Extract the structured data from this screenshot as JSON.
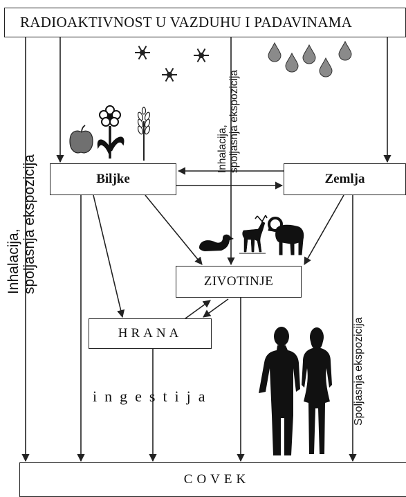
{
  "title": "RADIOAKTIVNOST U VAZDUHU I PADAVINAMA",
  "nodes": {
    "biljke": "Biljke",
    "zemlja": "Zemlja",
    "zivotinje": "ZIVOTINJE",
    "hrana": "HRANA",
    "covek": "COVEK"
  },
  "labels": {
    "left_line1": "Inhalacija,",
    "left_line2": "spoljasnja ekspozicija",
    "mid_line1": "Inhalacija,",
    "mid_line2": "spoljasnja ekspozicija",
    "right": "Spoljasnja ekspozicija",
    "ingestion": "ingestija"
  },
  "icons": [
    "snowflake-icon",
    "raindrop-icon",
    "apple-icon",
    "flower-icon",
    "wheat-icon",
    "duck-icon",
    "deer-icon",
    "ram-icon",
    "man-silhouette-icon",
    "woman-silhouette-icon"
  ],
  "colors": {
    "line": "#222222",
    "silhouette": "#111111",
    "fruit": "#707070",
    "drop": "#8a8a8a"
  }
}
